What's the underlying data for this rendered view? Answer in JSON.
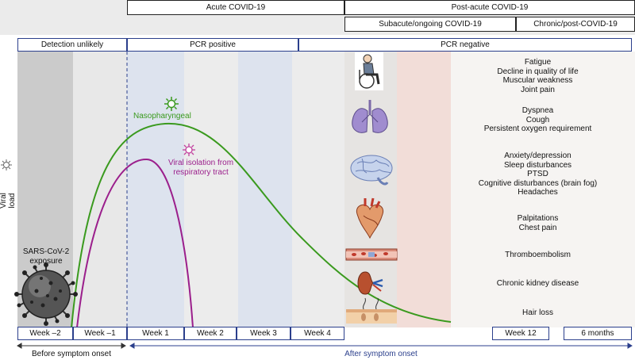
{
  "phases": {
    "acute": "Acute COVID-19",
    "post_acute": "Post-acute COVID-19",
    "subacute": "Subacute/ongoing COVID-19",
    "chronic": "Chronic/post-COVID-19"
  },
  "pcr": {
    "detection_unlikely": "Detection unlikely",
    "pcr_positive": "PCR positive",
    "pcr_negative": "PCR negative"
  },
  "y_axis_label": "Viral load",
  "exposure_label": [
    "SARS-CoV-2",
    "exposure"
  ],
  "curves": {
    "nasopharyngeal": {
      "label": "Nasopharyngeal",
      "color": "#3a9a1e"
    },
    "viral_isolation": {
      "label_line1": "Viral isolation from",
      "label_line2": "respiratory tract",
      "color": "#9b1f8c"
    }
  },
  "weeks": [
    "Week –2",
    "Week –1",
    "Week 1",
    "Week 2",
    "Week 3",
    "Week 4",
    "Week 12",
    "6 months"
  ],
  "timeline": {
    "before": "Before symptom onset",
    "after": "After symptom onset"
  },
  "symptom_groups": [
    {
      "icon": "wheelchair-icon",
      "items": [
        "Fatigue",
        "Decline in quality of life",
        "Muscular weakness",
        "Joint pain"
      ]
    },
    {
      "icon": "lungs-icon",
      "items": [
        "Dyspnea",
        "Cough",
        "Persistent oxygen requirement"
      ]
    },
    {
      "icon": "brain-icon",
      "items": [
        "Anxiety/depression",
        "Sleep disturbances",
        "PTSD",
        "Cognitive disturbances (brain fog)",
        "Headaches"
      ]
    },
    {
      "icon": "heart-icon",
      "items": [
        "Palpitations",
        "Chest pain"
      ]
    },
    {
      "icon": "blood-vessel-icon",
      "items": [
        "Thromboembolism"
      ]
    },
    {
      "icon": "kidney-icon",
      "items": [
        "Chronic kidney disease"
      ]
    },
    {
      "icon": "hair-follicle-icon",
      "items": [
        "Hair loss"
      ]
    }
  ],
  "colors": {
    "green_curve": "#3a9a1e",
    "purple_curve": "#9b1f8c",
    "blue_border": "#2b3f8c"
  }
}
